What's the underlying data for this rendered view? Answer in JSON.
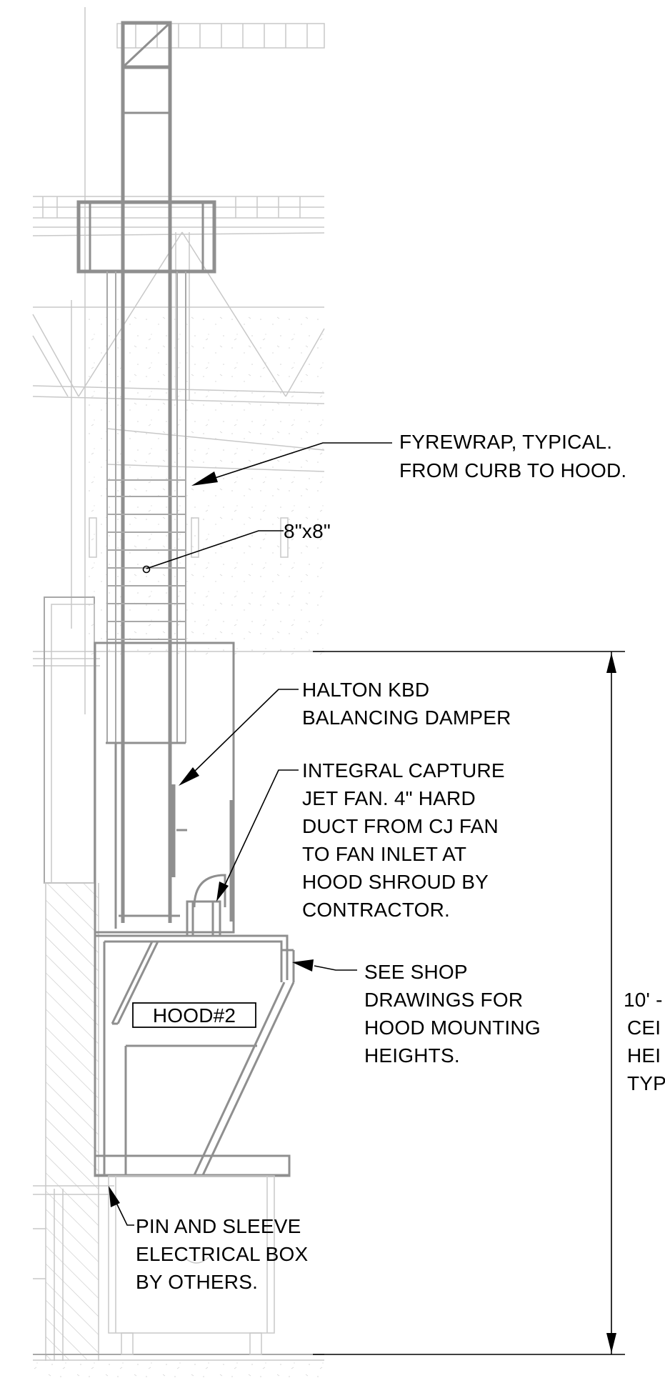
{
  "notes": {
    "fyrewrap": [
      "FYREWRAP, TYPICAL.",
      "FROM CURB TO HOOD."
    ],
    "duct_size": [
      "8\"x8\""
    ],
    "damper": [
      "HALTON KBD",
      "BALANCING DAMPER"
    ],
    "capture_jet": [
      "INTEGRAL CAPTURE",
      "JET FAN. 4\" HARD",
      "DUCT FROM CJ FAN",
      "TO FAN INLET AT",
      "HOOD SHROUD BY",
      "CONTRACTOR."
    ],
    "shop_drawings": [
      "SEE SHOP",
      "DRAWINGS FOR",
      "HOOD MOUNTING",
      "HEIGHTS."
    ],
    "hood_tag": [
      "HOOD#2"
    ],
    "ceiling_height": [
      "10' -",
      "CEI",
      "HEI",
      "TYP"
    ],
    "electrical_box": [
      "PIN AND SLEEVE",
      "ELECTRICAL BOX",
      "BY OTHERS."
    ]
  },
  "colors": {
    "linework_light": "#c8c8c8",
    "linework_dark": "#8f8f8f",
    "annotation": "#000000"
  }
}
